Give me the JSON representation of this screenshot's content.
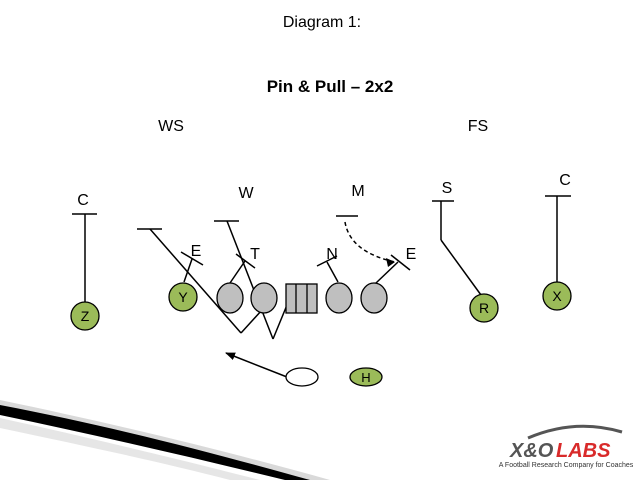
{
  "diagram": {
    "caption": "Diagram 1:",
    "title": "Pin & Pull – 2x2"
  },
  "defense": {
    "ws": "WS",
    "fs": "FS",
    "c_left": "C",
    "c_right": "C",
    "w": "W",
    "m": "M",
    "s": "S",
    "e_left": "E",
    "t": "T",
    "n": "N",
    "e_right": "E"
  },
  "offense": {
    "z": "Z",
    "y": "Y",
    "r": "R",
    "x": "X",
    "h": "H"
  },
  "colors": {
    "skill_fill": "#9bbb59",
    "lineman_fill": "#bfbfbf",
    "stroke": "#000000",
    "logo_red": "#d92a2a",
    "logo_dark": "#555555"
  },
  "logo": {
    "brand_a": "X&O",
    "brand_b": "LABS",
    "tagline": "A Football Research Company for Coaches"
  }
}
